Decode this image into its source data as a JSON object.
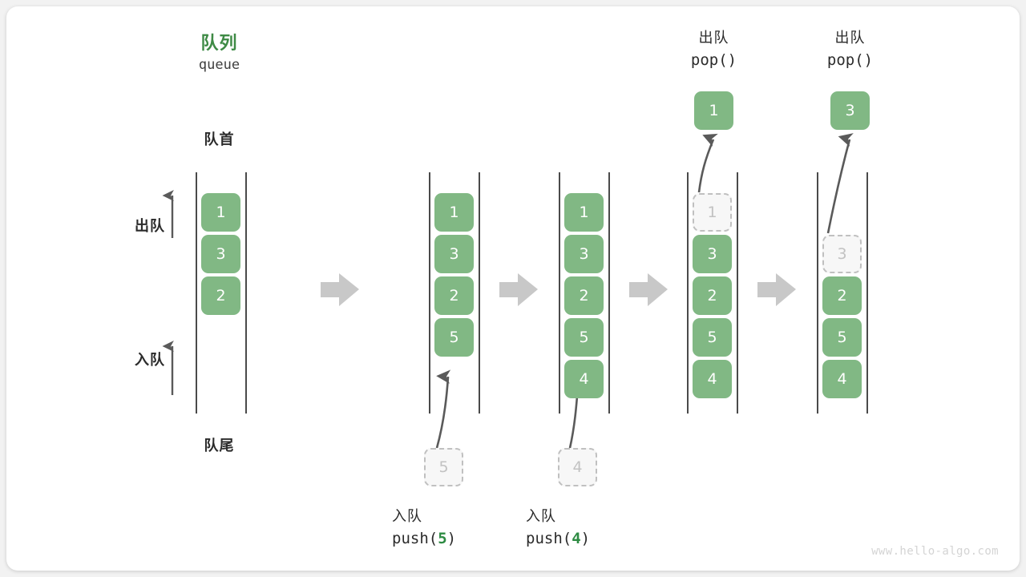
{
  "diagram": {
    "title_cn": "队列",
    "title_en": "queue",
    "head_label": "队首",
    "tail_label": "队尾",
    "dequeue_label": "出队",
    "enqueue_label": "入队",
    "watermark": "www.hello-algo.com",
    "accent_green": "#81b884",
    "title_green": "#3e8a45",
    "ghost_gray": "#c2c2c2",
    "arrow_gray": "#c8c8c8",
    "rail_gray": "#4a4a4a"
  },
  "columns": [
    {
      "id": "col-initial",
      "cells": [
        {
          "value": "1",
          "state": "filled"
        },
        {
          "value": "3",
          "state": "filled"
        },
        {
          "value": "2",
          "state": "filled"
        }
      ]
    },
    {
      "id": "col-after-push-5",
      "cells": [
        {
          "value": "1",
          "state": "filled"
        },
        {
          "value": "3",
          "state": "filled"
        },
        {
          "value": "2",
          "state": "filled"
        },
        {
          "value": "5",
          "state": "filled"
        }
      ]
    },
    {
      "id": "col-after-push-4",
      "cells": [
        {
          "value": "1",
          "state": "filled"
        },
        {
          "value": "3",
          "state": "filled"
        },
        {
          "value": "2",
          "state": "filled"
        },
        {
          "value": "5",
          "state": "filled"
        },
        {
          "value": "4",
          "state": "filled"
        }
      ]
    },
    {
      "id": "col-after-pop-1",
      "cells": [
        {
          "value": "1",
          "state": "ghost"
        },
        {
          "value": "3",
          "state": "filled"
        },
        {
          "value": "2",
          "state": "filled"
        },
        {
          "value": "5",
          "state": "filled"
        },
        {
          "value": "4",
          "state": "filled"
        }
      ]
    },
    {
      "id": "col-after-pop-3",
      "cells": [
        {
          "value": "3",
          "state": "ghost"
        },
        {
          "value": "2",
          "state": "filled"
        },
        {
          "value": "5",
          "state": "filled"
        },
        {
          "value": "4",
          "state": "filled"
        }
      ]
    }
  ],
  "push_ops": [
    {
      "id": "push-5",
      "incoming_value": "5",
      "label_cn": "入队",
      "code_prefix": "push(",
      "code_value": "5",
      "code_suffix": ")"
    },
    {
      "id": "push-4",
      "incoming_value": "4",
      "label_cn": "入队",
      "code_prefix": "push(",
      "code_value": "4",
      "code_suffix": ")"
    }
  ],
  "pop_ops": [
    {
      "id": "pop-1",
      "popped_value": "1",
      "label_cn": "出队",
      "code": "pop()"
    },
    {
      "id": "pop-3",
      "popped_value": "3",
      "label_cn": "出队",
      "code": "pop()"
    }
  ]
}
